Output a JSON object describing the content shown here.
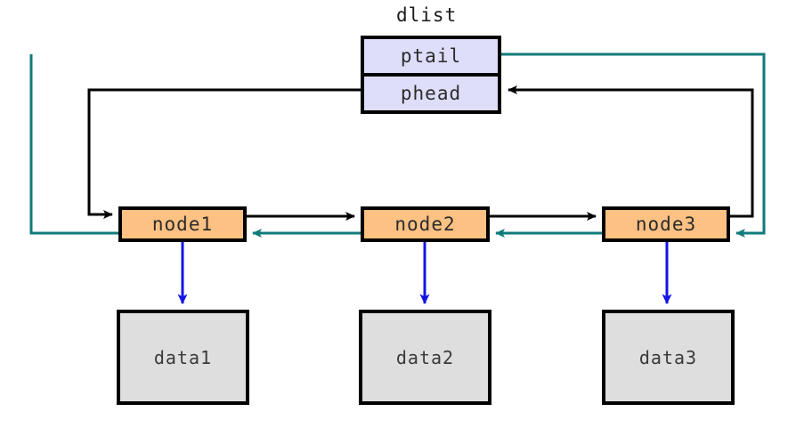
{
  "diagram": {
    "title_caption": "dlist",
    "colors": {
      "node_fill": "#fcc183",
      "header_fill": "#dedefa",
      "data_fill": "#dededf",
      "next_pointer": "#000000",
      "prev_pointer": "#107a7a",
      "data_pointer": "#1414e6",
      "border": "#000000"
    },
    "header": {
      "label": "dlist",
      "fields": [
        {
          "name": "ptail",
          "label": "ptail"
        },
        {
          "name": "phead",
          "label": "phead"
        }
      ]
    },
    "nodes": [
      {
        "name": "node1",
        "label": "node1"
      },
      {
        "name": "node2",
        "label": "node2"
      },
      {
        "name": "node3",
        "label": "node3"
      }
    ],
    "data_blocks": [
      {
        "name": "data1",
        "label": "data1"
      },
      {
        "name": "data2",
        "label": "data2"
      },
      {
        "name": "data3",
        "label": "data3"
      }
    ]
  }
}
